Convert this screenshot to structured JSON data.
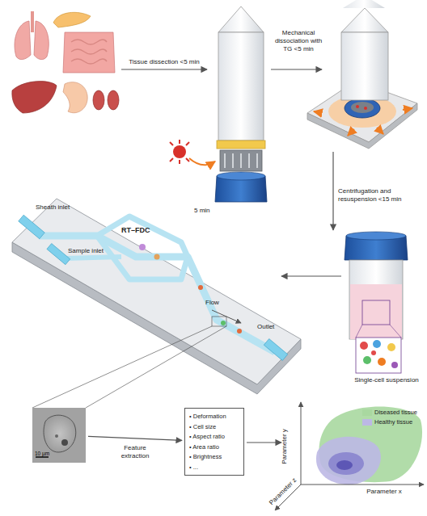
{
  "diagram": {
    "nodes": [
      {
        "text": [
          "10 µm"
        ]
      },
      {
        "text": [
          "• Deformation",
          "• Cell size",
          "• Aspect ratio",
          "• Area ratio",
          "• Brightness",
          "• ..."
        ]
      }
    ],
    "edges": [
      {
        "from": 0,
        "to": 1,
        "arrow": "to",
        "label": "Feature extraction"
      }
    ],
    "labels": [
      "Tissue dissection <5 min",
      "Mechanical dissociation with TG <5 min",
      "Centrifugation and resuspension <15 min",
      "Single-cell suspension",
      "RT–FDC",
      "Sheath inlet",
      "Sample inlet",
      "5 min",
      "Flow",
      "Outlet",
      "Parameter y",
      "Parameter x",
      "Parameter z"
    ],
    "legend": [
      {
        "text": "Diseased tissue",
        "color": "#a9d8a0"
      },
      {
        "text": "Healthy tissue",
        "color": "#bcb8e4"
      }
    ]
  }
}
